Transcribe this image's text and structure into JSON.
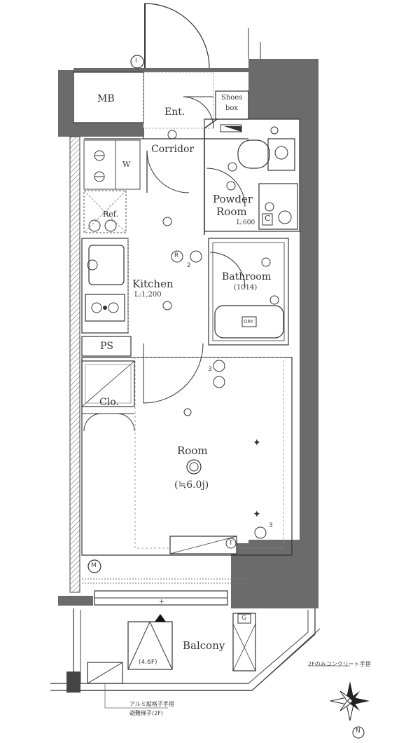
{
  "rooms": {
    "mb": "MB",
    "entrance": "Ent.",
    "shoes_box_line1": "Shoes",
    "shoes_box_line2": "box",
    "corridor": "Corridor",
    "washer": "W",
    "refrigerator": "Ref.",
    "powder_room_line1": "Powder",
    "powder_room_line2": "Room",
    "powder_room_size": "L:600",
    "closet_c": "C",
    "kitchen": "Kitchen",
    "kitchen_size": "L:1,200",
    "bathroom": "Bathroom",
    "bathroom_size": "(1014)",
    "dryer": "DRY",
    "ps": "PS",
    "closet": "Clo.",
    "room": "Room",
    "room_size": "(≒6.0j)",
    "balcony": "Balcony",
    "balcony_hatch": "(4.6F)",
    "gas_meter": "G",
    "meter": "M",
    "outlet_r": "R",
    "outlet_2": "2",
    "outlet_3a": "3",
    "outlet_3b": "3",
    "intercom": "I",
    "tv": "T"
  },
  "notes": {
    "concrete_rail": "2Fのみコンクリート手摺",
    "aluminum_rail": "アルミ縦格子手摺",
    "evacuation_ladder": "避難梯子(2F)"
  },
  "compass": {
    "north_label": "N"
  },
  "colors": {
    "wall": "#6b6b6b",
    "line": "#2b2b2b",
    "light_line": "#888888"
  }
}
